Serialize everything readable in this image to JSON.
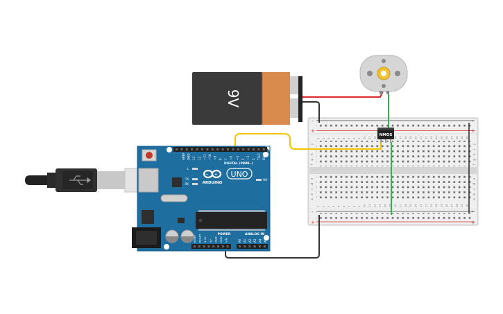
{
  "battery": {
    "label": "9V"
  },
  "arduino": {
    "brand": "ARDUINO",
    "model": "UNO",
    "digital_label": "DIGITAL (PWM~)",
    "power_label": "POWER",
    "analog_label": "ANALOG IN",
    "led_l": "L",
    "led_tx": "TX",
    "led_rx": "RX",
    "led_on": "ON",
    "digital_pins": [
      "AREF",
      "GND",
      "13",
      "12",
      "~11",
      "~10",
      "~9",
      "8",
      "7",
      "~6",
      "~5",
      "4",
      "~3",
      "2",
      "TX▸1",
      "RX◂0"
    ],
    "power_pins": [
      "IOREF",
      "RESET",
      "3.3V",
      "5V",
      "GND",
      "GND",
      "VIN"
    ],
    "analog_pins": [
      "A0",
      "A1",
      "A2",
      "A3",
      "A4",
      "A5"
    ]
  },
  "transistor": {
    "label": "NMOS"
  },
  "breadboard": {
    "plus": "+",
    "minus": "-",
    "column_numbers": [
      "1",
      "2",
      "3",
      "4",
      "5",
      "6",
      "7",
      "8",
      "9",
      "10",
      "11",
      "12",
      "13",
      "14",
      "15",
      "16",
      "17",
      "18",
      "19",
      "20",
      "21",
      "22",
      "23",
      "24",
      "25",
      "26",
      "27",
      "28",
      "29",
      "30"
    ],
    "row_letters_top": [
      "j",
      "i",
      "h",
      "g",
      "f"
    ],
    "row_letters_bottom": [
      "e",
      "d",
      "c",
      "b",
      "a"
    ]
  },
  "colors": {
    "wire_red": "#d42a2a",
    "wire_black": "#333333",
    "wire_yellow": "#f2c500",
    "wire_green": "#2db34a",
    "arduino_blue": "#1f6ea0",
    "battery_orange": "#d88b4d"
  }
}
